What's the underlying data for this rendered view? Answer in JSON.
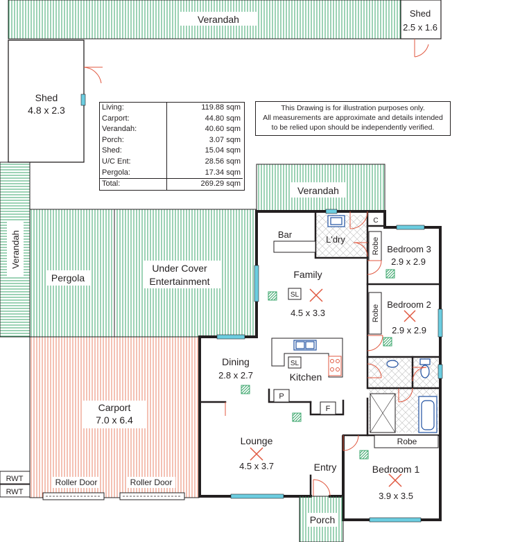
{
  "plan": {
    "rooms": {
      "verandah_top": "Verandah",
      "shed_small_name": "Shed",
      "shed_small_dim": "2.5 x 1.6",
      "shed_large_name": "Shed",
      "shed_large_dim": "4.8 x 2.3",
      "verandah_side": "Verandah",
      "verandah_right": "Verandah",
      "pergola": "Pergola",
      "uce_line1": "Under Cover",
      "uce_line2": "Entertainment",
      "carport_name": "Carport",
      "carport_dim": "7.0 x 6.4",
      "bar": "Bar",
      "laundry": "L'dry",
      "cupboard": "C",
      "family_name": "Family",
      "family_dim": "4.5 x 3.3",
      "bed3_name": "Bedroom 3",
      "bed3_dim": "2.9 x 2.9",
      "bed2_name": "Bedroom 2",
      "bed2_dim": "2.9 x 2.9",
      "robe3": "Robe",
      "robe2": "Robe",
      "robe1": "Robe",
      "dining_name": "Dining",
      "dining_dim": "2.8 x 2.7",
      "kitchen": "Kitchen",
      "sl_family": "SL",
      "sl_kitchen": "SL",
      "pantry": "P",
      "fridge": "F",
      "lounge_name": "Lounge",
      "lounge_dim": "4.5 x 3.7",
      "entry": "Entry",
      "porch": "Porch",
      "bed1_name": "Bedroom 1",
      "bed1_dim": "3.9 x 3.5",
      "rwt1": "RWT",
      "rwt2": "RWT",
      "roller1": "Roller Door",
      "roller2": "Roller Door"
    },
    "areas": [
      {
        "label": "Living:",
        "value": "119.88 sqm"
      },
      {
        "label": "Carport:",
        "value": "44.80 sqm"
      },
      {
        "label": "Verandah:",
        "value": "40.60 sqm"
      },
      {
        "label": "Porch:",
        "value": "3.07 sqm"
      },
      {
        "label": "Shed:",
        "value": "15.04 sqm"
      },
      {
        "label": "U/C Ent:",
        "value": "28.56 sqm"
      },
      {
        "label": "Pergola:",
        "value": "17.34 sqm"
      }
    ],
    "total": {
      "label": "Total:",
      "value": "269.29 sqm"
    },
    "disclaimer": [
      "This Drawing is for illustration purposes only.",
      "All measurements are approximate and details intended",
      "to be relied upon should be independently verified."
    ],
    "colors": {
      "outdoor_hatch": "#3aa56b",
      "carport_hatch": "#e8836a",
      "wall": "#231f20",
      "window": "#6ccde0",
      "tile": "#c9c9c9",
      "marker": "#e0573f",
      "fixture": "#1f4fa0"
    }
  }
}
